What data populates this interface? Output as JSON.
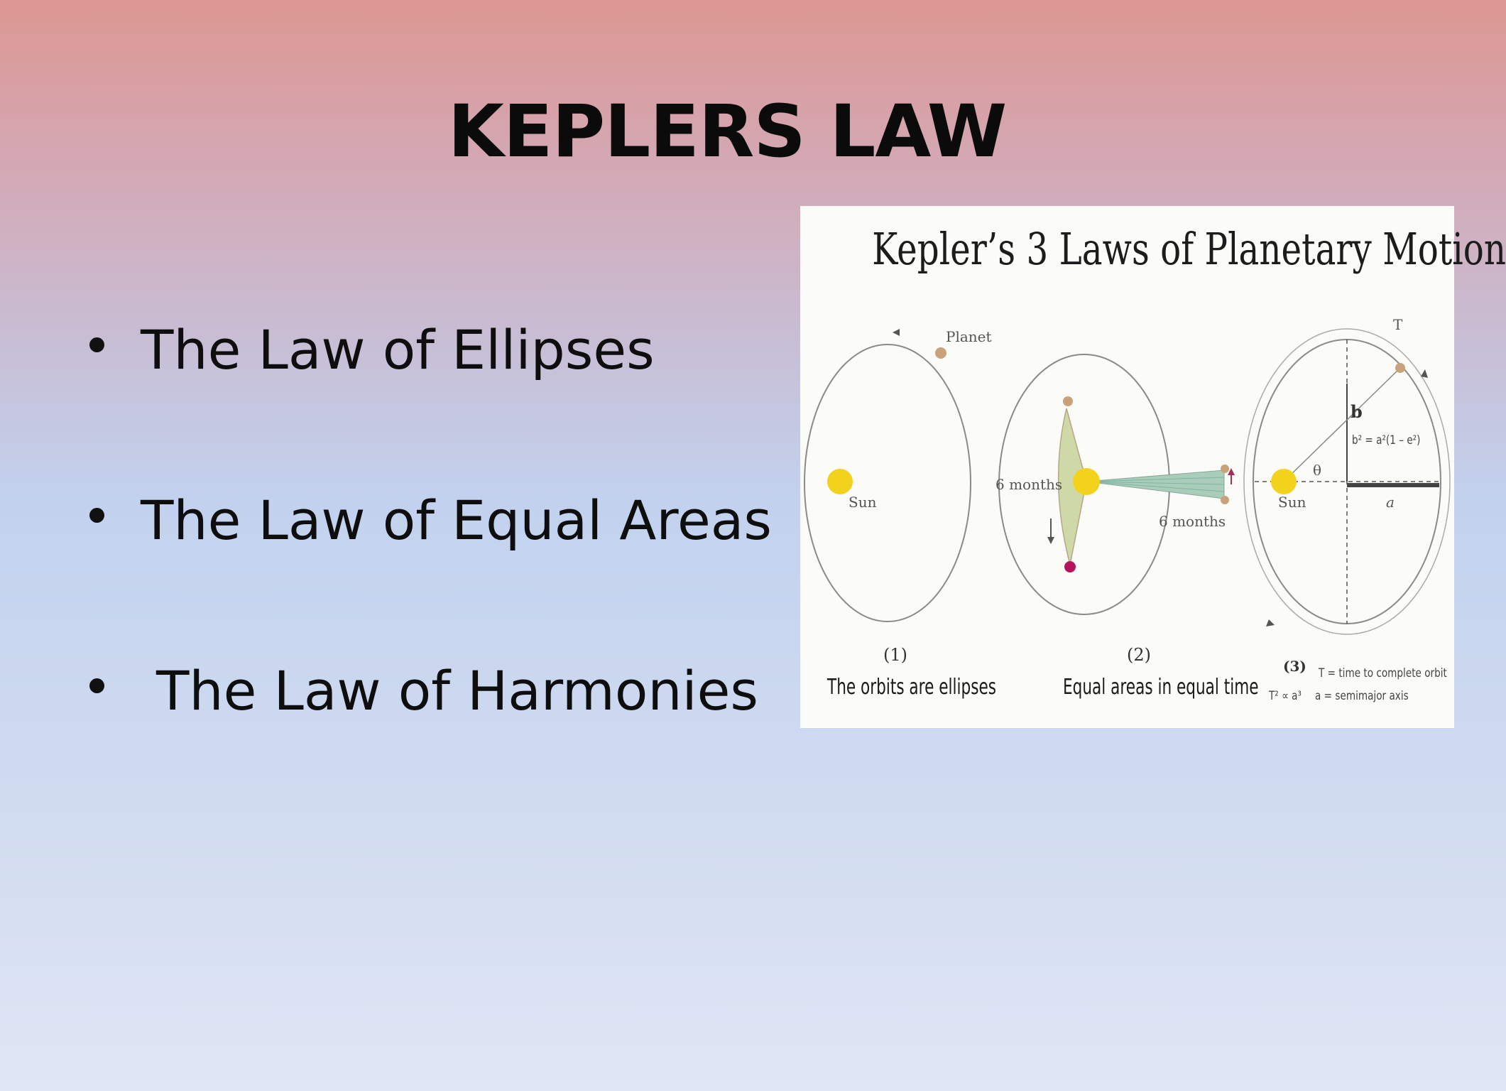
{
  "slide": {
    "title": "KEPLERS LAW",
    "bullets": [
      "The Law of Ellipses",
      "The Law of Equal Areas",
      "The Law of Harmonies"
    ]
  },
  "figure": {
    "title": "Kepler’s 3 Laws of Planetary Motion",
    "panel1": {
      "planet_label": "Planet",
      "sun_label": "Sun",
      "number": "(1)",
      "caption": "The orbits are ellipses"
    },
    "panel2": {
      "months_left": "6 months",
      "months_right": "6 months",
      "number": "(2)",
      "caption": "Equal areas in equal time"
    },
    "panel3": {
      "t_label": "T",
      "b_label": "b",
      "formula_b": "b² = a²(1 – e²)",
      "theta_label": "θ",
      "sun_label": "Sun",
      "a_label": "a",
      "number": "(3)",
      "formula": "T² ∝ a³",
      "t_def": "T = time to complete orbit",
      "a_def": "a = semimajor axis"
    }
  },
  "colors": {
    "sun": "#f2d21c",
    "planet": "#c9a27c",
    "area_fill": "#cfd9a8",
    "area_stripe": "#9fc7b5",
    "planet_magenta": "#b5145a"
  }
}
